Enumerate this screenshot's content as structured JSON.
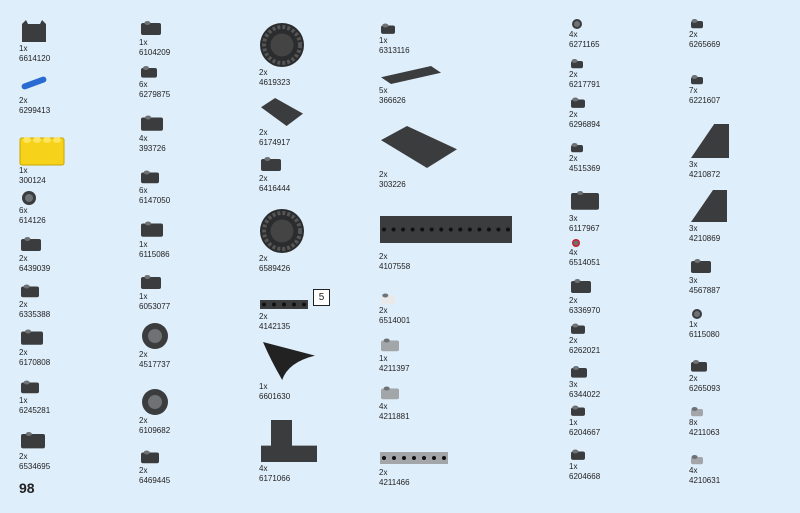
{
  "page_number": "98",
  "step_badge": "5",
  "columns": [
    [
      {
        "qty": "1x",
        "code": "6614120",
        "icon": "bat-mask-icon"
      },
      {
        "qty": "2x",
        "code": "6299413",
        "icon": "blue-axle-pin-icon",
        "color": "#2a6bd1"
      },
      {
        "qty": "1x",
        "code": "300124",
        "icon": "yellow-brick-2x4-icon",
        "color": "#f6d21b"
      },
      {
        "qty": "6x",
        "code": "614126",
        "icon": "round-plate-1x1-icon"
      },
      {
        "qty": "2x",
        "code": "6439039",
        "icon": "wrench-clip-icon"
      },
      {
        "qty": "2x",
        "code": "6335388",
        "icon": "plate-clip-icon"
      },
      {
        "qty": "2x",
        "code": "6170808",
        "icon": "bracket-icon"
      },
      {
        "qty": "1x",
        "code": "6245281",
        "icon": "bar-holder-icon"
      },
      {
        "qty": "2x",
        "code": "6534695",
        "icon": "blaster-icon"
      }
    ],
    [
      {
        "qty": "1x",
        "code": "6104209",
        "icon": "bar-with-handle-icon"
      },
      {
        "qty": "6x",
        "code": "6279875",
        "icon": "connector-peg-icon"
      },
      {
        "qty": "4x",
        "code": "393726",
        "icon": "hinge-plate-icon"
      },
      {
        "qty": "6x",
        "code": "6147050",
        "icon": "wedge-tile-icon"
      },
      {
        "qty": "1x",
        "code": "6115086",
        "icon": "angle-plate-icon"
      },
      {
        "qty": "1x",
        "code": "6053077",
        "icon": "curved-slope-icon"
      },
      {
        "qty": "2x",
        "code": "4517737",
        "icon": "wheel-rim-icon"
      },
      {
        "qty": "2x",
        "code": "6109682",
        "icon": "wheel-rim-icon"
      },
      {
        "qty": "2x",
        "code": "6469445",
        "icon": "jumper-plate-icon"
      }
    ],
    [
      {
        "qty": "2x",
        "code": "4619323",
        "icon": "tire-icon"
      },
      {
        "qty": "2x",
        "code": "6174917",
        "icon": "plate-4x4-icon"
      },
      {
        "qty": "2x",
        "code": "6416444",
        "icon": "modified-plate-icon"
      },
      {
        "qty": "2x",
        "code": "6589426",
        "icon": "tire-icon"
      },
      {
        "qty": "2x",
        "code": "4142135",
        "icon": "technic-beam-4-icon"
      },
      {
        "qty": "1x",
        "code": "6601630",
        "icon": "cape-icon"
      },
      {
        "qty": "4x",
        "code": "6171066",
        "icon": "bracket-large-icon"
      }
    ],
    [
      {
        "qty": "1x",
        "code": "6313116",
        "icon": "plate-with-clip-icon"
      },
      {
        "qty": "5x",
        "code": "366626",
        "icon": "plate-1x8-icon"
      },
      {
        "qty": "2x",
        "code": "303226",
        "icon": "plate-6x6-icon"
      },
      {
        "qty": "2x",
        "code": "4107558",
        "icon": "technic-brick-16-icon"
      },
      {
        "qty": "2x",
        "code": "6514001",
        "icon": "white-plate-icon",
        "color": "#e9e9e9"
      },
      {
        "qty": "1x",
        "code": "4211397",
        "icon": "grey-plate-icon",
        "color": "#a3a6a8"
      },
      {
        "qty": "4x",
        "code": "4211881",
        "icon": "grey-plate-icon",
        "color": "#a3a6a8"
      },
      {
        "qty": "2x",
        "code": "4211466",
        "icon": "grey-technic-brick-icon",
        "color": "#a3a6a8"
      }
    ],
    [
      {
        "qty": "4x",
        "code": "6271165",
        "icon": "round-tile-icon"
      },
      {
        "qty": "2x",
        "code": "6217791",
        "icon": "plate-clip-icon"
      },
      {
        "qty": "2x",
        "code": "6296894",
        "icon": "plate-bar-icon"
      },
      {
        "qty": "2x",
        "code": "4515369",
        "icon": "plate-1x2-icon"
      },
      {
        "qty": "3x",
        "code": "6117967",
        "icon": "brick-studs-side-icon"
      },
      {
        "qty": "4x",
        "code": "6514051",
        "icon": "red-round-plate-icon",
        "color": "#c8202a"
      },
      {
        "qty": "2x",
        "code": "6336970",
        "icon": "bar-clip-icon"
      },
      {
        "qty": "2x",
        "code": "6262021",
        "icon": "slope-small-icon"
      },
      {
        "qty": "3x",
        "code": "6344022",
        "icon": "jumper-plate-icon"
      },
      {
        "qty": "1x",
        "code": "6204667",
        "icon": "fin-plate-icon"
      },
      {
        "qty": "1x",
        "code": "6204668",
        "icon": "fin-plate-icon"
      }
    ],
    [
      {
        "qty": "2x",
        "code": "6265669",
        "icon": "bar-holder-icon"
      },
      {
        "qty": "7x",
        "code": "6221607",
        "icon": "plate-bar-icon"
      },
      {
        "qty": "3x",
        "code": "4210872",
        "icon": "wedge-plate-icon"
      },
      {
        "qty": "3x",
        "code": "4210869",
        "icon": "wedge-plate-icon"
      },
      {
        "qty": "3x",
        "code": "4567887",
        "icon": "slope-tile-icon"
      },
      {
        "qty": "1x",
        "code": "6115080",
        "icon": "round-plate-icon"
      },
      {
        "qty": "2x",
        "code": "6265093",
        "icon": "plate-ring-icon"
      },
      {
        "qty": "8x",
        "code": "4211063",
        "icon": "grey-plate-icon",
        "color": "#a3a6a8"
      },
      {
        "qty": "4x",
        "code": "4210631",
        "icon": "tile-clip-icon",
        "color": "#a3a6a8"
      }
    ]
  ]
}
